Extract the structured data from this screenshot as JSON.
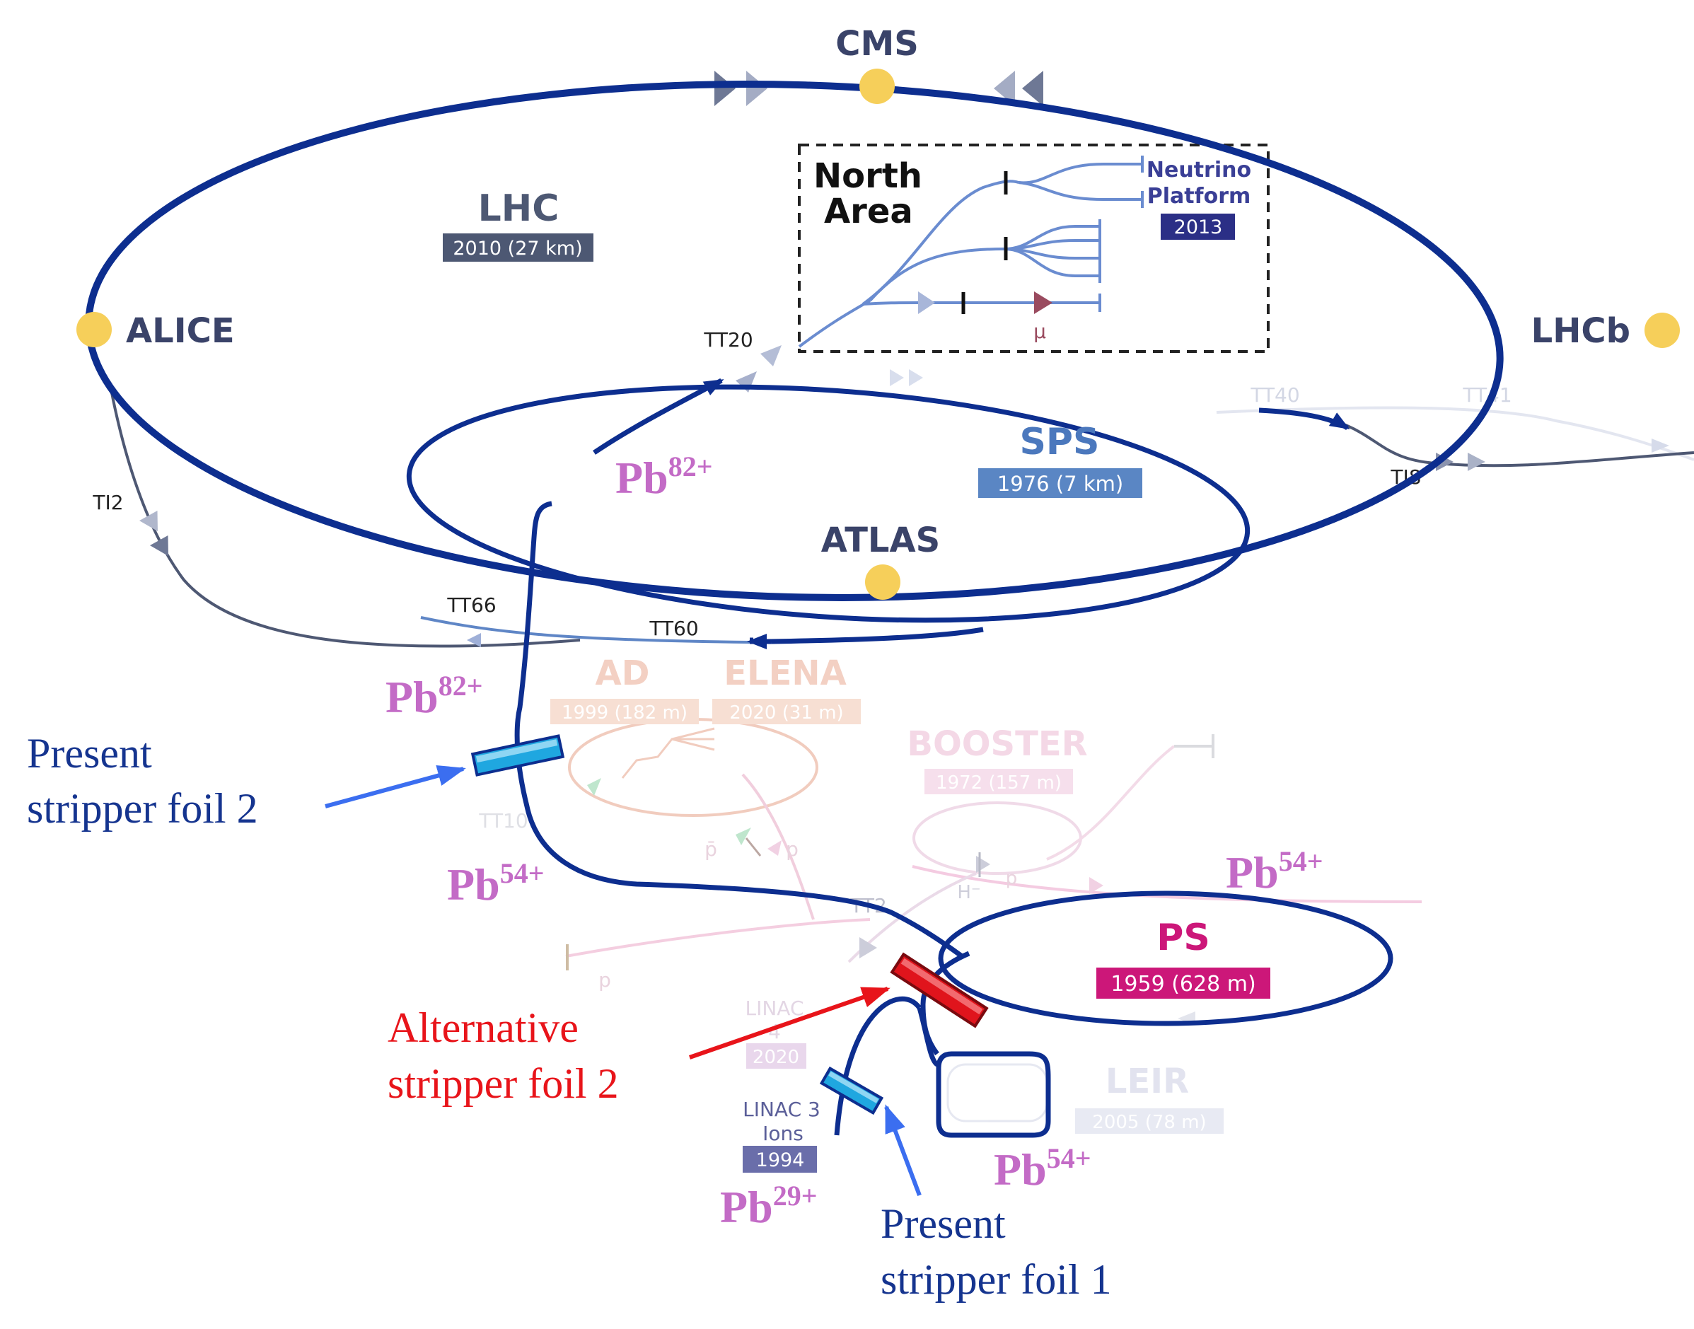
{
  "colors": {
    "beam_line": "#0d2e8f",
    "pb_label": "#c36bc6",
    "foil_cyan": "#1fa7e0",
    "foil_red": "#e0141c",
    "red_text": "#e8141a",
    "blue_text": "#15348f",
    "arrow_blue": "#3b6ef0",
    "experiment_dot": "#f6cf5a",
    "lhc_badge": "#4d5873",
    "sps_badge": "#5a86c4",
    "ps_badge": "#cc1779",
    "neutrino_badge": "#2b2f86",
    "linac3_badge": "#6a6eaa"
  },
  "experiments": {
    "cms": "CMS",
    "alice": "ALICE",
    "lhcb": "LHCb",
    "atlas": "ATLAS"
  },
  "accelerators": {
    "lhc": {
      "name": "LHC",
      "badge": "2010 (27 km)"
    },
    "sps": {
      "name": "SPS",
      "badge": "1976 (7 km)"
    },
    "ps": {
      "name": "PS",
      "badge": "1959 (628 m)"
    },
    "ad": {
      "name": "AD",
      "badge": "1999 (182 m)"
    },
    "elena": {
      "name": "ELENA",
      "badge": "2020 (31 m)"
    },
    "booster": {
      "name": "BOOSTER",
      "badge": "1972 (157 m)"
    },
    "leir": {
      "name": "LEIR",
      "badge": "2005 (78 m)"
    },
    "linac4": {
      "name_line1": "LINAC",
      "name_line2": "4",
      "badge": "2020"
    },
    "linac3": {
      "name_line1": "LINAC 3",
      "name_line2": "Ions",
      "badge": "1994"
    }
  },
  "north_area": {
    "line1": "North",
    "line2": "Area",
    "neutrino_line1": "Neutrino",
    "neutrino_line2": "Platform",
    "neutrino_badge": "2013",
    "muon_symbol": "μ"
  },
  "transfer_lines": {
    "tt20": "TT20",
    "tt40": "TT40",
    "tt41": "TT41",
    "ti8": "TI8",
    "ti2": "TI2",
    "tt66": "TT66",
    "tt60": "TT60",
    "tt10": "TT10",
    "tt2": "TT2",
    "pbar": "p̄",
    "p1": "p",
    "p2": "p",
    "p3": "p",
    "hminus": "H⁻"
  },
  "ion_labels": {
    "pb82_sps": {
      "base": "Pb",
      "charge": "82+"
    },
    "pb82_tt10": {
      "base": "Pb",
      "charge": "82+"
    },
    "pb54_tt2": {
      "base": "Pb",
      "charge": "54+"
    },
    "pb54_ps": {
      "base": "Pb",
      "charge": "54+"
    },
    "pb54_leir": {
      "base": "Pb",
      "charge": "54+"
    },
    "pb29_linac": {
      "base": "Pb",
      "charge": "29+"
    }
  },
  "annotations": {
    "present_foil2_line1": "Present",
    "present_foil2_line2": "stripper foil 2",
    "alternative_foil2_line1": "Alternative",
    "alternative_foil2_line2": "stripper foil 2",
    "present_foil1_line1": "Present",
    "present_foil1_line2": "stripper foil 1"
  }
}
